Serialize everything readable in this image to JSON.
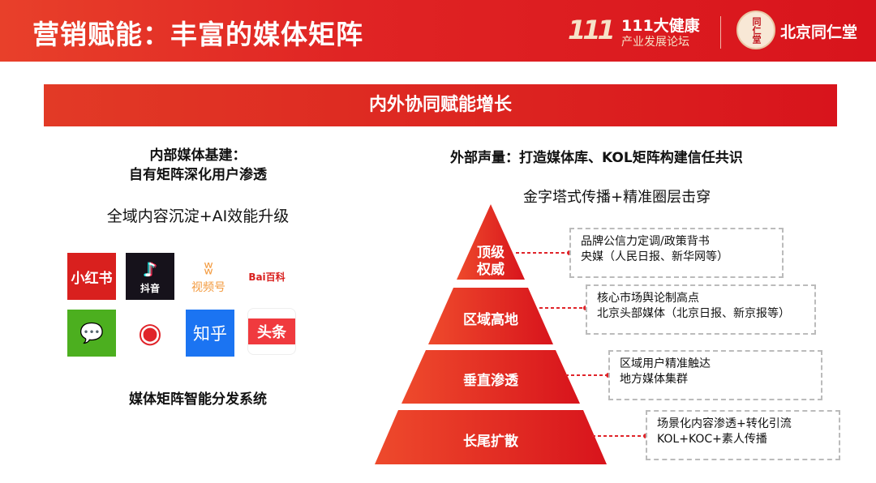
{
  "header": {
    "title": "营销赋能：丰富的媒体矩阵",
    "logo_number": "111",
    "logo_line1": "111大健康",
    "logo_line2": "产业发展论坛",
    "seal_text": "同仁堂",
    "brand": "北京同仁堂"
  },
  "banner": "内外协同赋能增长",
  "left": {
    "heading_line1": "内部媒体基建：",
    "heading_line2": "自有矩阵深化用户渗透",
    "subtitle": "全域内容沉淀+AI效能升级",
    "platforms": [
      "小红书",
      "抖音",
      "视频号",
      "Bai百科",
      "微信",
      "微博",
      "知乎",
      "头条"
    ],
    "footer": "媒体矩阵智能分发系统"
  },
  "right": {
    "heading": "外部声量：打造媒体库、KOL矩阵构建信任共识",
    "subtitle": "金字塔式传播+精准圈层击穿",
    "tiers": [
      {
        "label_line1": "顶级",
        "label_line2": "权威",
        "desc1": "品牌公信力定调/政策背书",
        "desc2": "央媒（人民日报、新华网等）"
      },
      {
        "label_line1": "区域高地",
        "desc1": "核心市场舆论制高点",
        "desc2": "北京头部媒体（北京日报、新京报等）"
      },
      {
        "label_line1": "垂直渗透",
        "desc1": "区域用户精准触达",
        "desc2": "地方媒体集群"
      },
      {
        "label_line1": "长尾扩散",
        "desc1": "场景化内容渗透+转化引流",
        "desc2": "KOL+KOC+素人传播"
      }
    ]
  },
  "colors": {
    "red": "#d8141c",
    "orange": "#e8402a"
  }
}
